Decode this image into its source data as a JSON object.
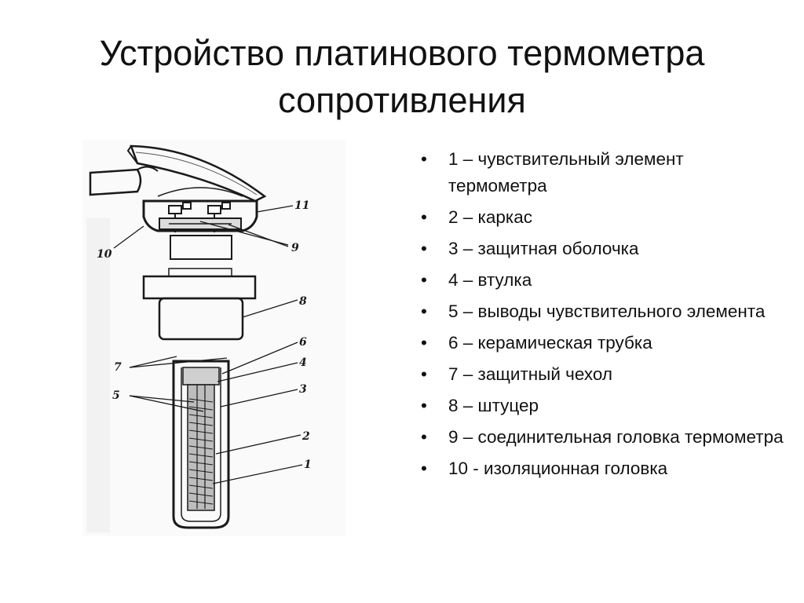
{
  "slide": {
    "title_line1": "Устройство платинового термометра",
    "title_line2": "сопротивления"
  },
  "figure": {
    "callouts": [
      "1",
      "2",
      "3",
      "4",
      "5",
      "6",
      "7",
      "8",
      "9",
      "10",
      "11"
    ]
  },
  "legend": {
    "items": [
      "1 – чувствительный элемент термометра",
      "2 – каркас",
      "3 – защитная оболочка",
      "4 – втулка",
      "5 – выводы чувствительного элемента",
      "6 – керамическая трубка",
      "7 – защитный чехол",
      "8 – штуцер",
      "9 – соединительная головка термометра",
      "10 - изоляционная головка"
    ]
  }
}
